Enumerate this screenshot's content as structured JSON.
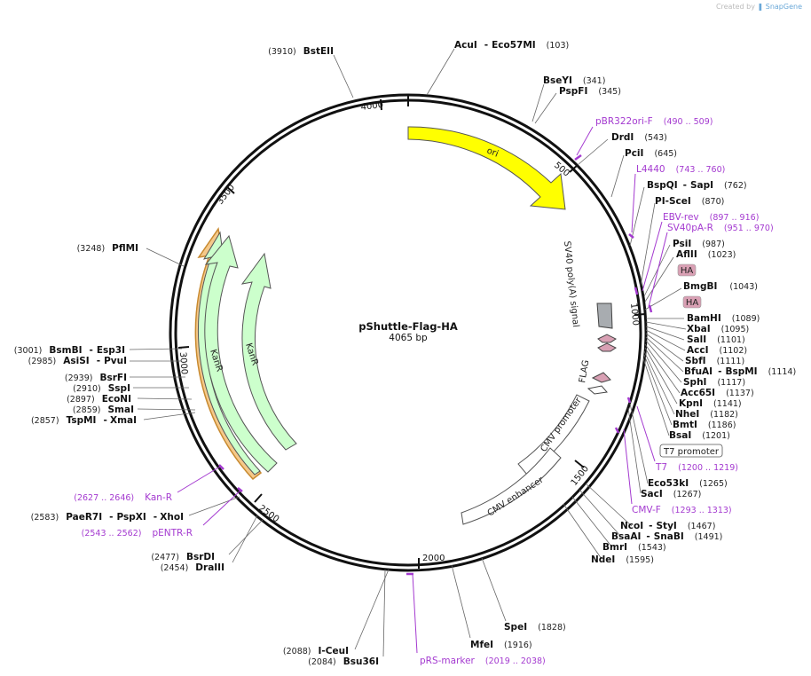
{
  "credit": {
    "prefix": "Created by",
    "brand": "SnapGene"
  },
  "plasmid": {
    "name": "pShuttle-Flag-HA",
    "size": "4065 bp"
  },
  "ticks": [
    "500",
    "1000",
    "1500",
    "2000",
    "2500",
    "3000",
    "3500",
    "4000"
  ],
  "sites": [
    {
      "name": "AcuI",
      "name2": "Eco57MI",
      "pos": "(103)"
    },
    {
      "name": "BseYI",
      "pos": "(341)"
    },
    {
      "name": "PspFI",
      "pos": "(345)"
    },
    {
      "name": "DrdI",
      "pos": "(543)"
    },
    {
      "name": "PciI",
      "pos": "(645)"
    },
    {
      "name": "BspQI",
      "name2": "SapI",
      "pos": "(762)"
    },
    {
      "name": "PI-SceI",
      "pos": "(870)"
    },
    {
      "name": "PsiI",
      "pos": "(987)"
    },
    {
      "name": "AflII",
      "pos": "(1023)"
    },
    {
      "name": "BmgBI",
      "pos": "(1043)"
    },
    {
      "name": "BamHI",
      "pos": "(1089)"
    },
    {
      "name": "XbaI",
      "pos": "(1095)"
    },
    {
      "name": "SalI",
      "pos": "(1101)"
    },
    {
      "name": "AccI",
      "pos": "(1102)"
    },
    {
      "name": "SbfI",
      "pos": "(1111)"
    },
    {
      "name": "BfuAI",
      "name2": "BspMI",
      "pos": "(1114)"
    },
    {
      "name": "SphI",
      "pos": "(1117)"
    },
    {
      "name": "Acc65I",
      "pos": "(1137)"
    },
    {
      "name": "KpnI",
      "pos": "(1141)"
    },
    {
      "name": "NheI",
      "pos": "(1182)"
    },
    {
      "name": "BmtI",
      "pos": "(1186)"
    },
    {
      "name": "BsaI",
      "pos": "(1201)"
    },
    {
      "name": "Eco53kI",
      "pos": "(1265)"
    },
    {
      "name": "SacI",
      "pos": "(1267)"
    },
    {
      "name": "NcoI",
      "name2": "StyI",
      "pos": "(1467)"
    },
    {
      "name": "BsaAI",
      "name2": "SnaBI",
      "pos": "(1491)"
    },
    {
      "name": "BmrI",
      "pos": "(1543)"
    },
    {
      "name": "NdeI",
      "pos": "(1595)"
    },
    {
      "name": "SpeI",
      "pos": "(1828)"
    },
    {
      "name": "MfeI",
      "pos": "(1916)"
    },
    {
      "name": "I-CeuI",
      "pos": "(2088)"
    },
    {
      "name": "Bsu36I",
      "pos": "(2084)"
    },
    {
      "name": "BsrDI",
      "pos": "(2477)"
    },
    {
      "name": "DraIII",
      "pos": "(2454)"
    },
    {
      "name": "PaeR7I",
      "name2": "PspXI",
      "name3": "XhoI",
      "pos": "(2583)"
    },
    {
      "name": "TspMI",
      "name2": "XmaI",
      "pos": "(2857)"
    },
    {
      "name": "SmaI",
      "pos": "(2859)"
    },
    {
      "name": "EcoNI",
      "pos": "(2897)"
    },
    {
      "name": "SspI",
      "pos": "(2910)"
    },
    {
      "name": "BsrFI",
      "pos": "(2939)"
    },
    {
      "name": "AsiSI",
      "name2": "PvuI",
      "pos": "(2985)"
    },
    {
      "name": "BsmBI",
      "name2": "Esp3I",
      "pos": "(3001)"
    },
    {
      "name": "PflMI",
      "pos": "(3248)"
    },
    {
      "name": "BstEII",
      "pos": "(3910)"
    }
  ],
  "primers": [
    {
      "name": "pBR322ori-F",
      "range": "(490 .. 509)"
    },
    {
      "name": "L4440",
      "range": "(743 .. 760)"
    },
    {
      "name": "EBV-rev",
      "range": "(897 .. 916)"
    },
    {
      "name": "SV40pA-R",
      "range": "(951 .. 970)"
    },
    {
      "name": "T7",
      "range": "(1200 .. 1219)"
    },
    {
      "name": "CMV-F",
      "range": "(1293 .. 1313)"
    },
    {
      "name": "pRS-marker",
      "range": "(2019 .. 2038)"
    },
    {
      "name": "pENTR-R",
      "range": "(2543 .. 2562)"
    },
    {
      "name": "Kan-R",
      "range": "(2627 .. 2646)"
    }
  ],
  "features": {
    "ori": "ori",
    "sv40": "SV40 poly(A) signal",
    "ha": "HA",
    "flag": "FLAG",
    "cmv_promoter": "CMV promoter",
    "cmv_enhancer": "CMV enhancer",
    "t7_promoter": "T7 promoter",
    "kanr": "KanR"
  },
  "colors": {
    "ori": "#ffff00",
    "kanr": "#ccffcc",
    "sv40": "#a8acb0",
    "ha": "#d9a0b4",
    "primer": "#a43ad0",
    "orf_highlight": "#f5c98a",
    "backbone": "#111111"
  }
}
